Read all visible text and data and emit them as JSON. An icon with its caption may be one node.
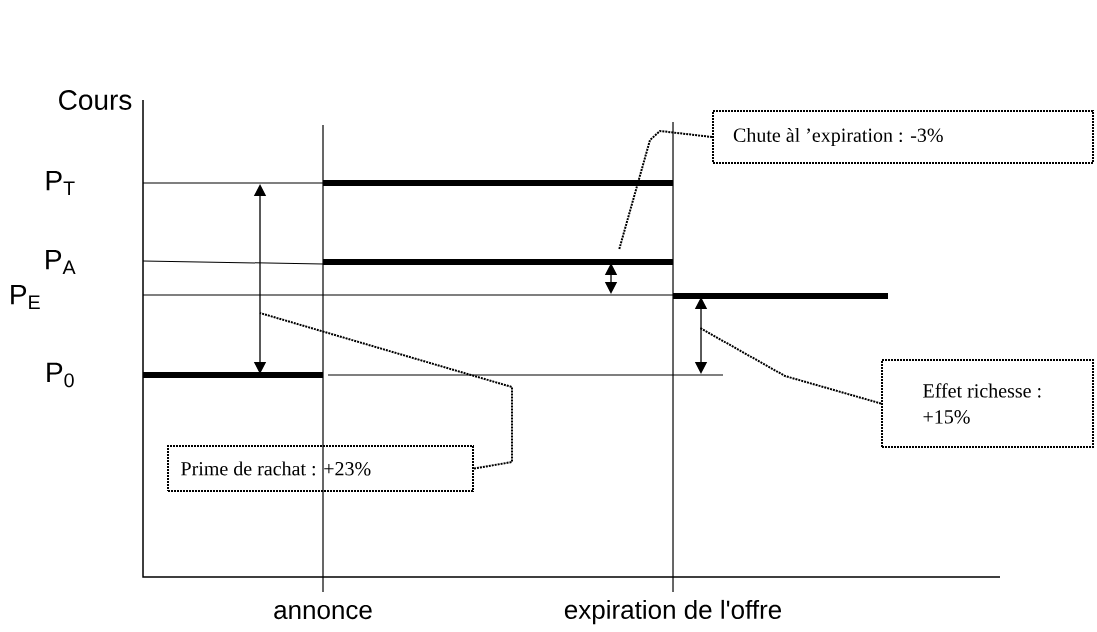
{
  "diagram": {
    "nodes": [
      {
        "text": [
          "Chute àl ’expiration : -3%"
        ]
      },
      {
        "text": [
          "Effet richesse : +15%"
        ]
      },
      {
        "text": [
          "Prime de rachat : +23%"
        ]
      }
    ],
    "edges": [
      {
        "from": 0,
        "to": null,
        "arrow": "none"
      },
      {
        "from": 1,
        "to": null,
        "arrow": "none"
      },
      {
        "from": 2,
        "to": null,
        "arrow": "none"
      }
    ],
    "labels": [
      "Cours",
      "P$_{T}$",
      "P$_{A}$",
      "P$_{E}$",
      "P$_{0}$",
      "annonce",
      "expiration de l'offre"
    ]
  }
}
